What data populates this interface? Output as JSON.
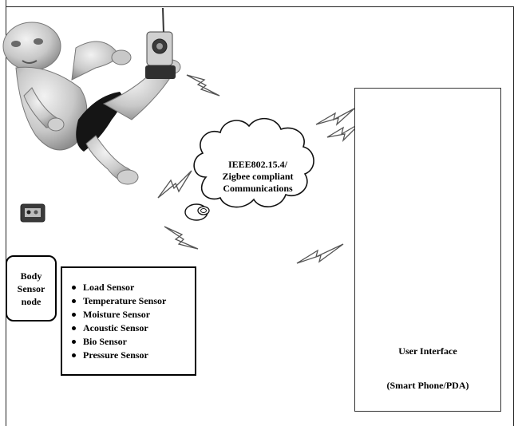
{
  "cloud": {
    "line1": "IEEE802.15.4/",
    "line2": "Zigbee compliant",
    "line3": "Communications"
  },
  "body_sensor_node": {
    "line1": "Body",
    "line2": "Sensor",
    "line3": "node"
  },
  "sensors": [
    "Load Sensor",
    "Temperature Sensor",
    "Moisture Sensor",
    "Acoustic Sensor",
    "Bio Sensor",
    "Pressure Sensor"
  ],
  "user_interface": {
    "title": "User Interface",
    "subtitle": "(Smart Phone/PDA)"
  },
  "colors": {
    "frame": "#222222",
    "sketch": "#444444",
    "photo_dark": "#2a2a2a",
    "photo_mid": "#8a8a8a",
    "photo_light": "#d8d8d8"
  },
  "icons": [
    "baby-photo",
    "camera-icon",
    "sensor-module-icon",
    "lightning-icon",
    "smartphone-icon",
    "pda-icon",
    "tablet-icon",
    "cloud-icon"
  ]
}
